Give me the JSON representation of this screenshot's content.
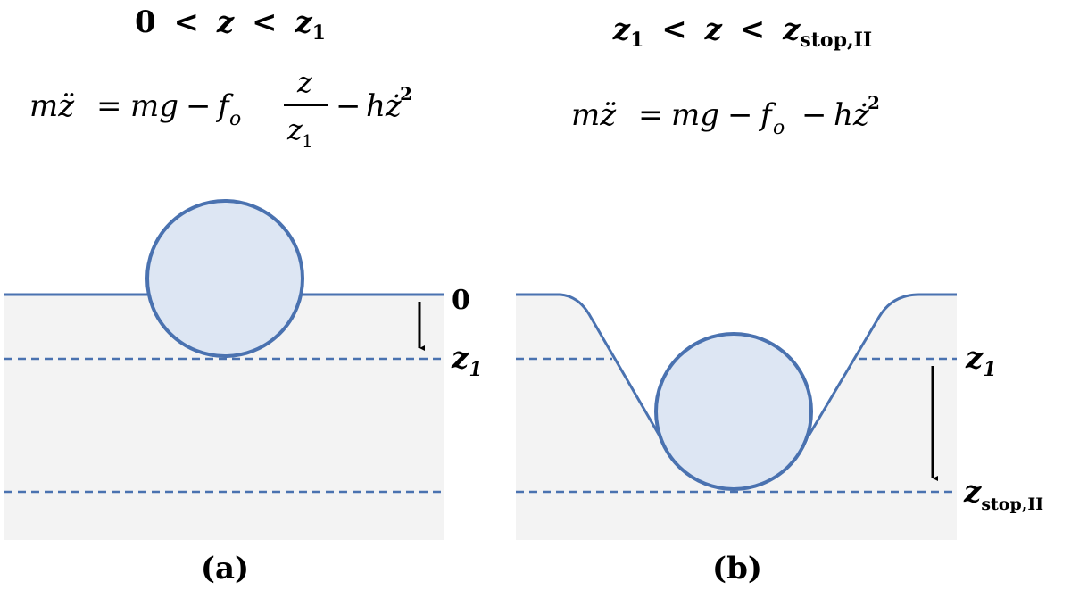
{
  "panel_a": {
    "title": {
      "left": "0",
      "op1": "<",
      "mid": "z",
      "op2": "<",
      "right": "z",
      "right_sub": "1"
    },
    "equation": {
      "lhs": "mz̈",
      "eq": "=",
      "t1": "mg",
      "minus1": "−",
      "t2": "f",
      "t2_sub": "o",
      "frac_num": "z",
      "frac_den": "z",
      "frac_den_sub": "1",
      "minus2": "−",
      "t3": "hż",
      "t3_sup": "2"
    },
    "label_zero": "0",
    "label_z1": "z",
    "label_z1_sub": "1",
    "caption": "(a)"
  },
  "panel_b": {
    "title": {
      "left": "z",
      "left_sub": "1",
      "op1": "<",
      "mid": "z",
      "op2": "<",
      "right": "z",
      "right_sub": "stop,II"
    },
    "equation": {
      "lhs": "mz̈",
      "eq": "=",
      "t1": "mg",
      "minus1": "−",
      "t2": "f",
      "t2_sub": "o",
      "minus2": "−",
      "t3": "hż",
      "t3_sup": "2"
    },
    "label_z1": "z",
    "label_z1_sub": "1",
    "label_zstop": "z",
    "label_zstop_sub": "stop,II",
    "caption": "(b)"
  },
  "colors": {
    "line": "#4a72b0",
    "ball_fill": "#dde6f3",
    "medium": "#f3f3f3",
    "arrow": "#000000",
    "text": "#000000"
  }
}
